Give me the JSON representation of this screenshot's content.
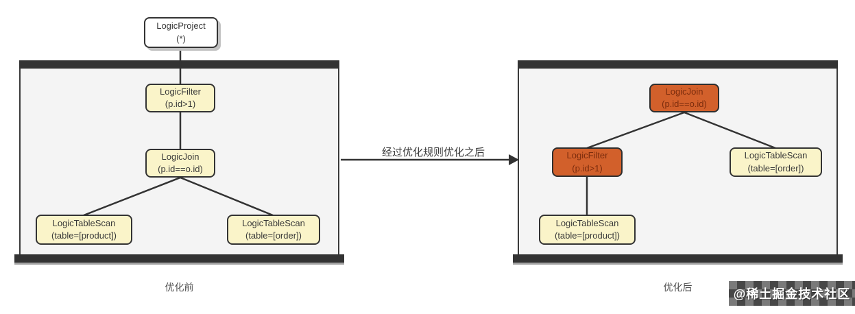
{
  "colors": {
    "frame_dark": "#333333",
    "panel_bg": "#f4f4f4",
    "node_cream_fill": "#faf4c9",
    "node_orange_fill": "#d2602b",
    "node_orange_text": "#7b2c0d",
    "line": "#3a3a3a",
    "root_fill": "#ffffff"
  },
  "root_node": {
    "title": "LogicProject",
    "subtitle": "(*)"
  },
  "panels": [
    {
      "name": "before",
      "label": "优化前",
      "nodes": [
        {
          "id": "filter",
          "title": "LogicFilter",
          "subtitle": "(p.id>1)"
        },
        {
          "id": "join",
          "title": "LogicJoin",
          "subtitle": "(p.id==o.id)"
        },
        {
          "id": "scan-product",
          "title": "LogicTableScan",
          "subtitle": "(table=[product])"
        },
        {
          "id": "scan-order",
          "title": "LogicTableScan",
          "subtitle": "(table=[order])"
        }
      ]
    },
    {
      "name": "after",
      "label": "优化后",
      "nodes": [
        {
          "id": "join",
          "title": "LogicJoin",
          "subtitle": "(p.id==o.id)"
        },
        {
          "id": "filter",
          "title": "LogicFilter",
          "subtitle": "(p.id>1)"
        },
        {
          "id": "scan-order",
          "title": "LogicTableScan",
          "subtitle": "(table=[order])"
        },
        {
          "id": "scan-product",
          "title": "LogicTableScan",
          "subtitle": "(table=[product])"
        }
      ]
    }
  ],
  "arrow": {
    "label": "经过优化规则优化之后"
  },
  "watermark": {
    "text": "@稀土掘金技术社区"
  }
}
